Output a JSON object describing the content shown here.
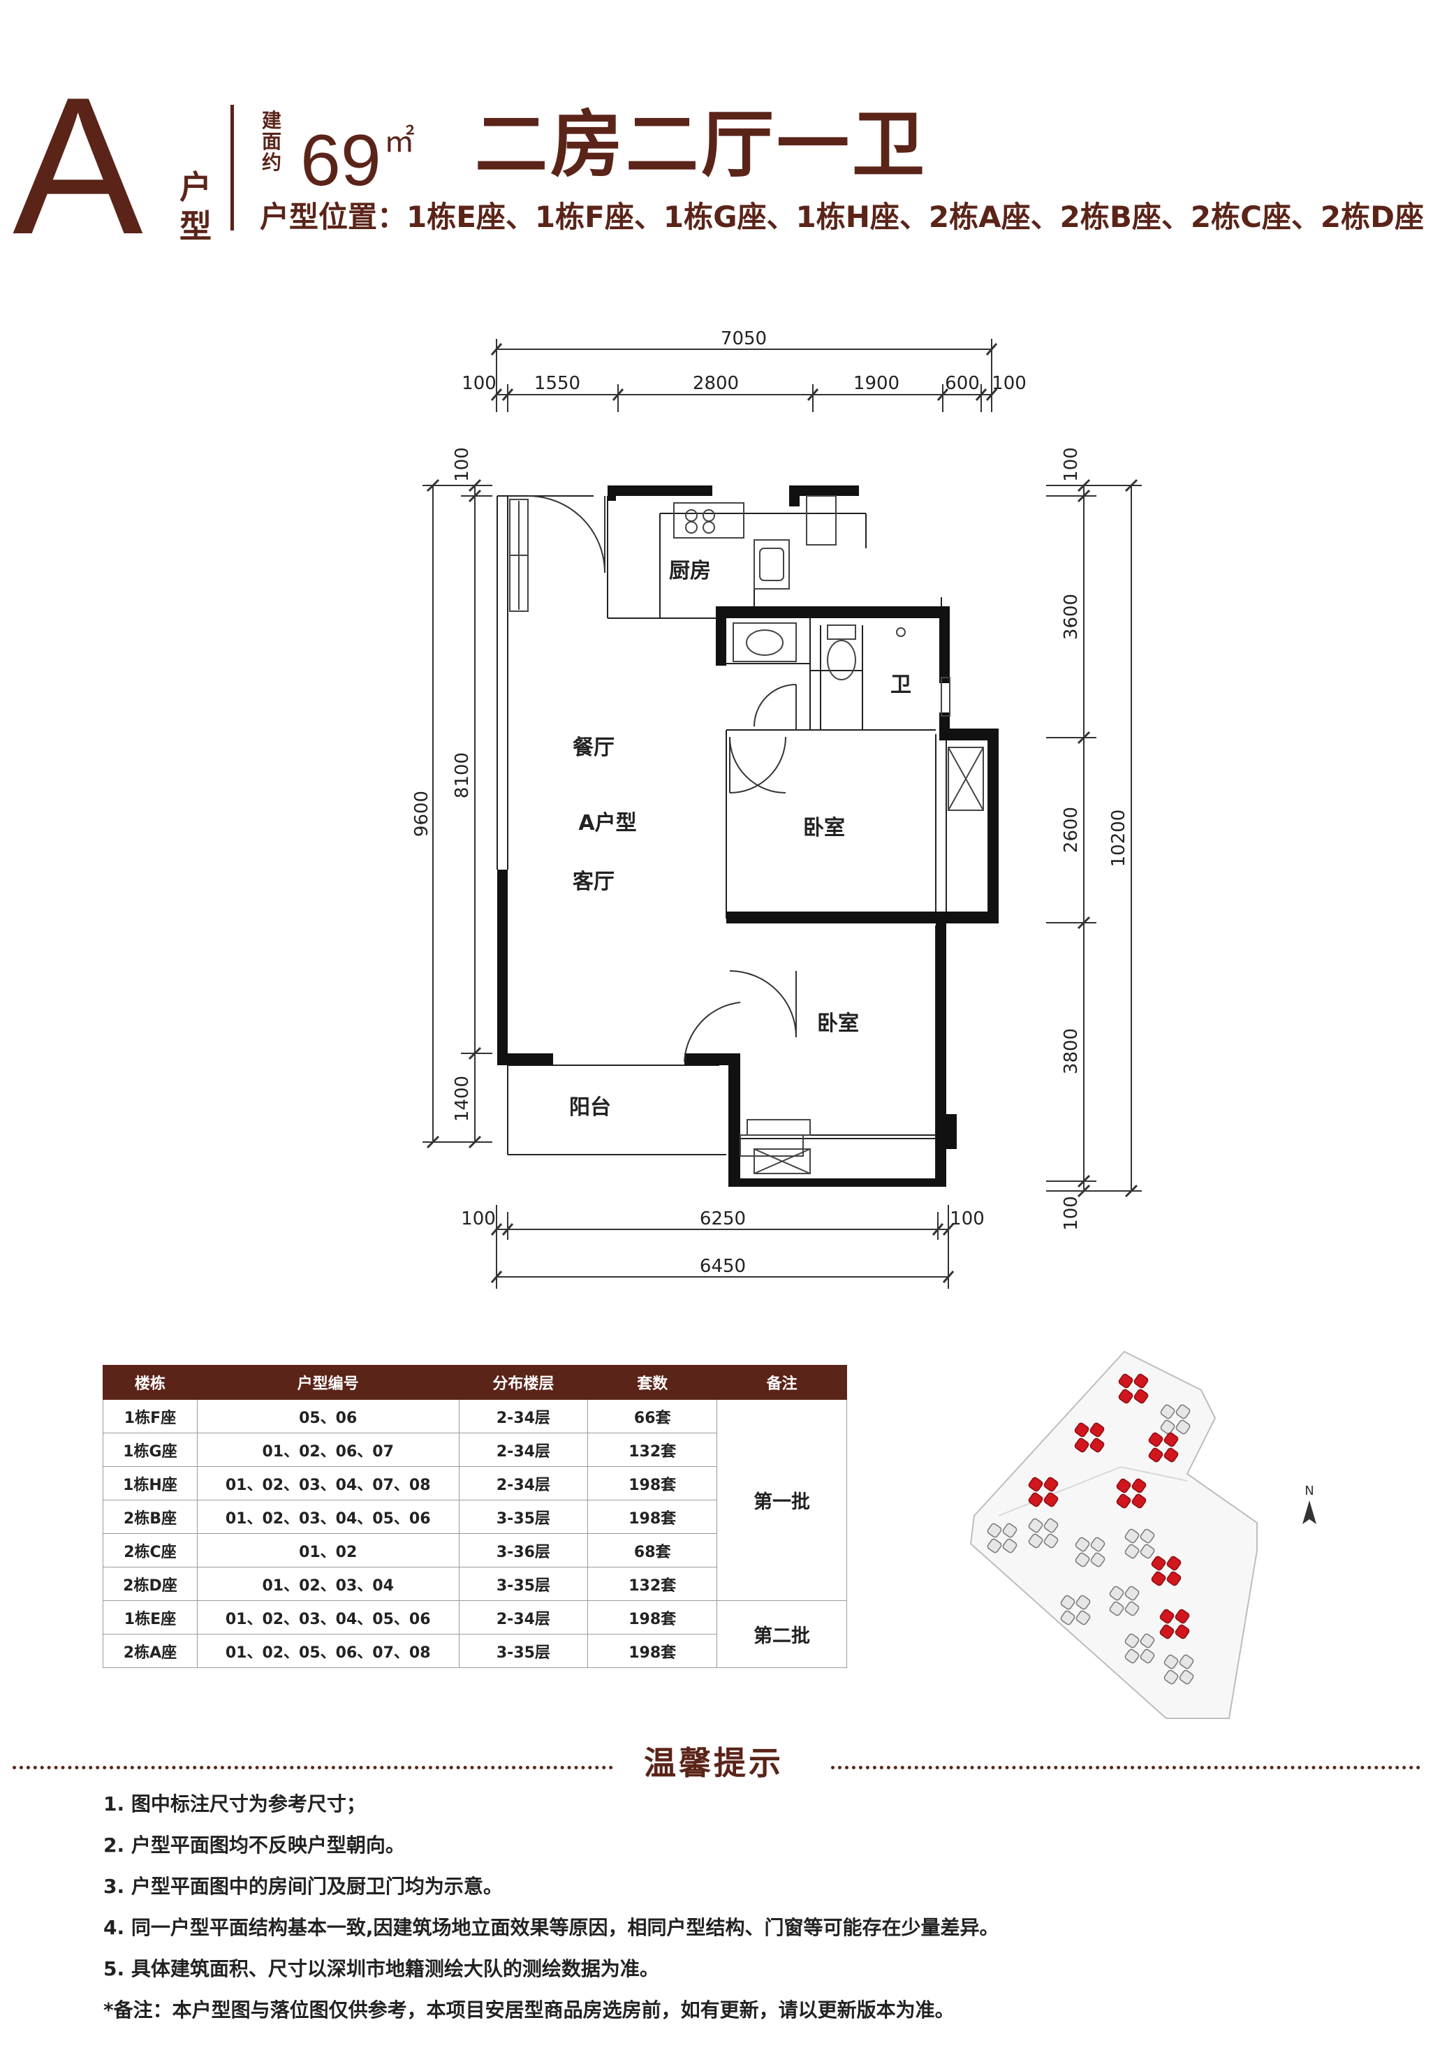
{
  "header": {
    "unit_letter": "A",
    "unit_type_label": "户型",
    "area_label": "建面约",
    "area_value": "69",
    "area_unit": "㎡",
    "rooms": "二房二厅一卫",
    "location_label": "户型位置：",
    "location": "1栋E座、1栋F座、1栋G座、1栋H座、2栋A座、2栋B座、2栋C座、2栋D座"
  },
  "plan": {
    "dims_top": {
      "total": "7050",
      "segments": [
        "100",
        "1550",
        "2800",
        "1900",
        "600",
        "100"
      ]
    },
    "dims_bottom": {
      "inner": "6250",
      "total": "6450",
      "left": "100",
      "right": "100"
    },
    "dims_left": {
      "total": "9600",
      "upper": "8100",
      "lower": "1400",
      "top": "100"
    },
    "dims_right": {
      "total": "10200",
      "segments": [
        "100",
        "3600",
        "2600",
        "3800",
        "100"
      ]
    },
    "rooms": {
      "kitchen": "厨房",
      "bathroom": "卫",
      "dining": "餐厅",
      "unit": "A户型",
      "living": "客厅",
      "bedroom1": "卧室",
      "bedroom2": "卧室",
      "balcony": "阳台"
    }
  },
  "table": {
    "headers": [
      "楼栋",
      "户型编号",
      "分布楼层",
      "套数",
      "备注"
    ],
    "rows": [
      [
        "1栋F座",
        "05、06",
        "2-34层",
        "66套"
      ],
      [
        "1栋G座",
        "01、02、06、07",
        "2-34层",
        "132套"
      ],
      [
        "1栋H座",
        "01、02、03、04、07、08",
        "2-34层",
        "198套"
      ],
      [
        "2栋B座",
        "01、02、03、04、05、06",
        "3-35层",
        "198套"
      ],
      [
        "2栋C座",
        "01、02",
        "3-36层",
        "68套"
      ],
      [
        "2栋D座",
        "01、02、03、04",
        "3-35层",
        "132套"
      ],
      [
        "1栋E座",
        "01、02、03、04、05、06",
        "2-34层",
        "198套"
      ],
      [
        "2栋A座",
        "01、02、05、06、07、08",
        "3-35层",
        "198套"
      ]
    ],
    "batch1": "第一批",
    "batch2": "第二批"
  },
  "site": {
    "north": "N"
  },
  "tips": {
    "title": "温馨提示",
    "items": [
      "1. 图中标注尺寸为参考尺寸；",
      "2. 户型平面图均不反映户型朝向。",
      "3. 户型平面图中的房间门及厨卫门均为示意。",
      "4. 同一户型平面结构基本一致,因建筑场地立面效果等原因，相同户型结构、门窗等可能存在少量差异。",
      "5. 具体建筑面积、尺寸以深圳市地籍测绘大队的测绘数据为准。",
      "*备注：本户型图与落位图仅供参考，本项目安居型商品房选房前，如有更新，请以更新版本为准。"
    ]
  },
  "colors": {
    "brand": "#5b2419",
    "wall": "#111111",
    "highlight": "#d2161e"
  }
}
